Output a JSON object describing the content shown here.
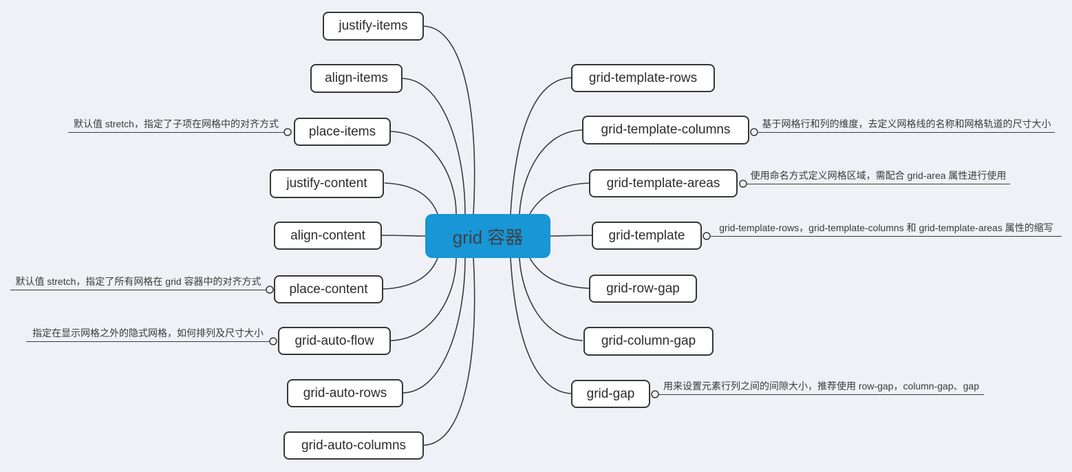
{
  "diagram": {
    "root": {
      "label": "grid 容器"
    },
    "left_nodes": [
      {
        "label": "justify-items"
      },
      {
        "label": "align-items"
      },
      {
        "label": "place-items",
        "note": "默认值 stretch，指定了子项在网格中的对齐方式"
      },
      {
        "label": "justify-content"
      },
      {
        "label": "align-content"
      },
      {
        "label": "place-content",
        "note": "默认值 stretch，指定了所有网格在 grid 容器中的对齐方式"
      },
      {
        "label": "grid-auto-flow",
        "note": "指定在显示网格之外的隐式网格，如何排列及尺寸大小"
      },
      {
        "label": "grid-auto-rows"
      },
      {
        "label": "grid-auto-columns"
      }
    ],
    "right_nodes": [
      {
        "label": "grid-template-rows"
      },
      {
        "label": "grid-template-columns",
        "note": "基于网格行和列的维度，去定义网格线的名称和网格轨道的尺寸大小"
      },
      {
        "label": "grid-template-areas",
        "note": "使用命名方式定义网格区域，需配合 grid-area 属性进行使用"
      },
      {
        "label": "grid-template",
        "note": "grid-template-rows，grid-template-columns 和 grid-template-areas 属性的缩写"
      },
      {
        "label": "grid-row-gap"
      },
      {
        "label": "grid-column-gap"
      },
      {
        "label": "grid-gap",
        "note": "用来设置元素行列之间的间隙大小，推荐使用 row-gap，column-gap、gap"
      }
    ],
    "colors": {
      "background": "#eff1f6",
      "root_bg": "#1896d6",
      "root_text": "#3d4247",
      "node_bg": "#ffffff",
      "node_border": "#363636",
      "node_text": "#2d2d2d",
      "line": "#3a3a3a",
      "note_text": "#3a3a3a"
    }
  }
}
